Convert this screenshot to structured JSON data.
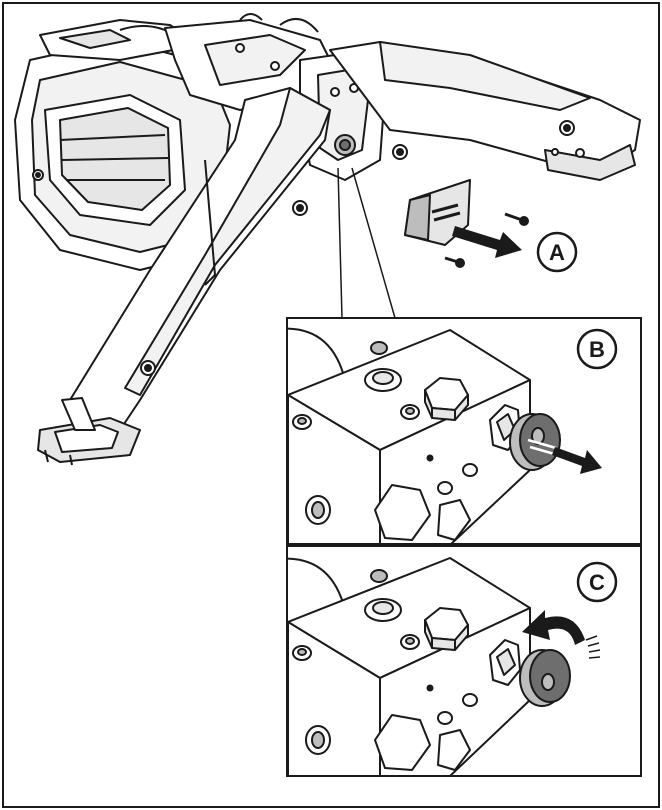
{
  "callouts": {
    "a": "A",
    "b": "B",
    "c": "C"
  },
  "colors": {
    "line": "#1a1a1a",
    "fill_light": "#ffffff",
    "fill_shade": "#e6e6e6",
    "fill_mid": "#bdbdbd",
    "fill_dark": "#6e6e6e",
    "background": "#ffffff"
  }
}
